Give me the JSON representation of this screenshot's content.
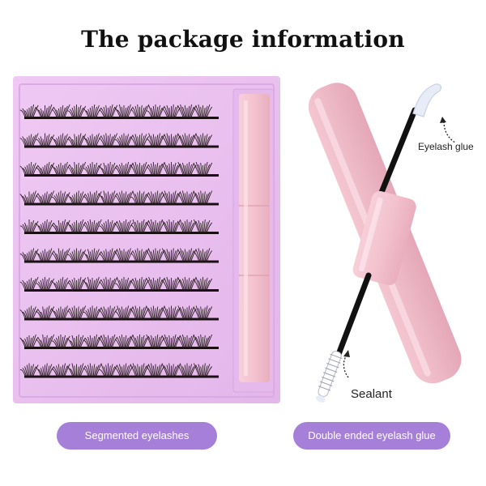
{
  "header": {
    "title": "The package information"
  },
  "product": {
    "left_label": "Segmented eyelashes",
    "right_label": "Double ended eyelash glue",
    "callouts": {
      "eyelash_glue": "Eyelash glue",
      "sealant": "Sealant"
    }
  },
  "colors": {
    "tray": "#e9c1f0",
    "tube": "#f3c0cd",
    "label_pill": "#a57fd8",
    "lash": "#2b1e22"
  }
}
